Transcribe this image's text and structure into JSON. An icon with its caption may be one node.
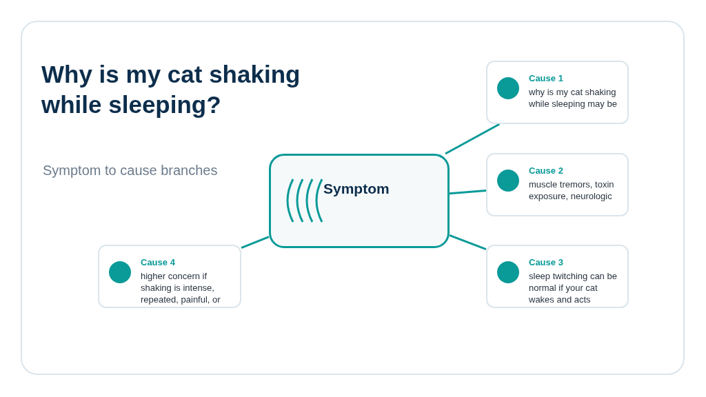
{
  "diagram": {
    "title": "Why is my cat shaking while sleeping?",
    "nodes": [
      {
        "text": [
          "Symptom"
        ]
      },
      {
        "text": [
          "Cause 1",
          "why is my cat shaking while sleeping may be"
        ]
      },
      {
        "text": [
          "Cause 2",
          "muscle tremors, toxin exposure, neurologic"
        ]
      },
      {
        "text": [
          "Cause 3",
          "sleep twitching can be normal if your cat wakes and acts"
        ]
      },
      {
        "text": [
          "Cause 4",
          "higher concern if shaking is intense, repeated, painful, or"
        ]
      }
    ],
    "edges": [
      {
        "from": 0,
        "to": 1,
        "arrow": "none"
      },
      {
        "from": 0,
        "to": 2,
        "arrow": "none"
      },
      {
        "from": 0,
        "to": 3,
        "arrow": "none"
      },
      {
        "from": 0,
        "to": 4,
        "arrow": "none"
      }
    ],
    "labels": [
      "Symptom to cause branches"
    ]
  }
}
